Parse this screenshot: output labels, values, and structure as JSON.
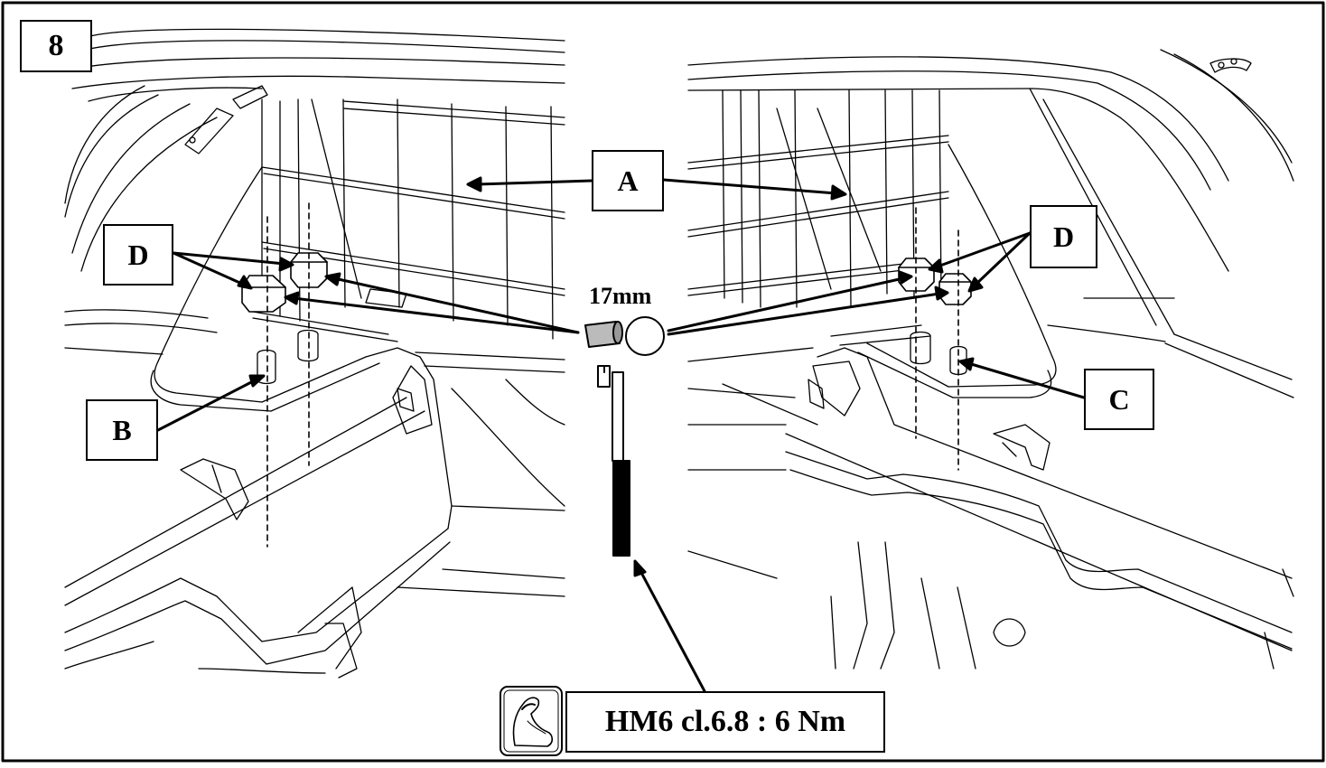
{
  "step_number": "8",
  "labels": {
    "a": "A",
    "b": "B",
    "c": "C",
    "d_left": "D",
    "d_right": "D"
  },
  "tool": {
    "socket_size": "17mm"
  },
  "torque": {
    "spec": "HM6 cl.6.8 : 6 Nm",
    "icon": "flexed-arm-icon"
  },
  "colors": {
    "line": "#000000",
    "background": "#ffffff"
  }
}
